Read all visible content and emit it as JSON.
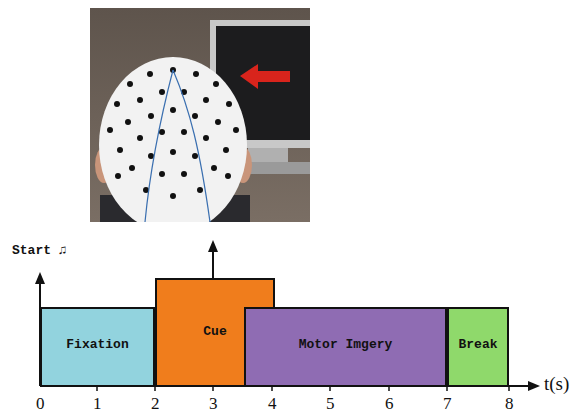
{
  "diagram": {
    "nodes": [
      {
        "text": [
          "Fixation"
        ]
      },
      {
        "text": [
          "Cue"
        ]
      },
      {
        "text": [
          "Motor Imgery"
        ]
      },
      {
        "text": [
          "Break"
        ]
      }
    ],
    "labels": [
      "Start ♫",
      "0",
      "1",
      "2",
      "3",
      "4",
      "5",
      "6",
      "7",
      "8",
      "t(s)"
    ]
  }
}
